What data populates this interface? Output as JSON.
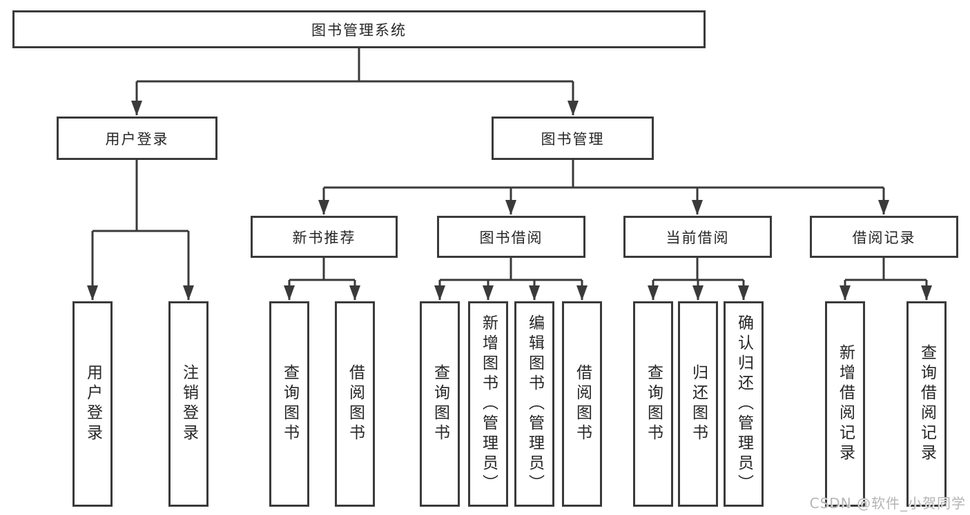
{
  "diagram_type": "functional-decomposition-tree",
  "tree": {
    "label": "图书管理系统",
    "children": [
      {
        "label": "用户登录",
        "children": [
          {
            "label": "用户登录"
          },
          {
            "label": "注销登录"
          }
        ]
      },
      {
        "label": "图书管理",
        "children": [
          {
            "label": "新书推荐",
            "children": [
              {
                "label": "查询图书"
              },
              {
                "label": "借阅图书"
              }
            ]
          },
          {
            "label": "图书借阅",
            "children": [
              {
                "label": "查询图书"
              },
              {
                "label": "新增图书（管理员）"
              },
              {
                "label": "编辑图书（管理员）"
              },
              {
                "label": "借阅图书"
              }
            ]
          },
          {
            "label": "当前借阅",
            "children": [
              {
                "label": "查询图书"
              },
              {
                "label": "归还图书"
              },
              {
                "label": "确认归还（管理员）"
              }
            ]
          },
          {
            "label": "借阅记录",
            "children": [
              {
                "label": "新增借阅记录"
              },
              {
                "label": "查询借阅记录"
              }
            ]
          }
        ]
      }
    ]
  },
  "watermark": {
    "text": "CSDN @软件_小贺同学"
  },
  "colors": {
    "line": "#3a3a3a",
    "box_border": "#3a3a3a",
    "box_fill": "#ffffff",
    "text": "#262626",
    "watermark": "#b5b5b5"
  }
}
